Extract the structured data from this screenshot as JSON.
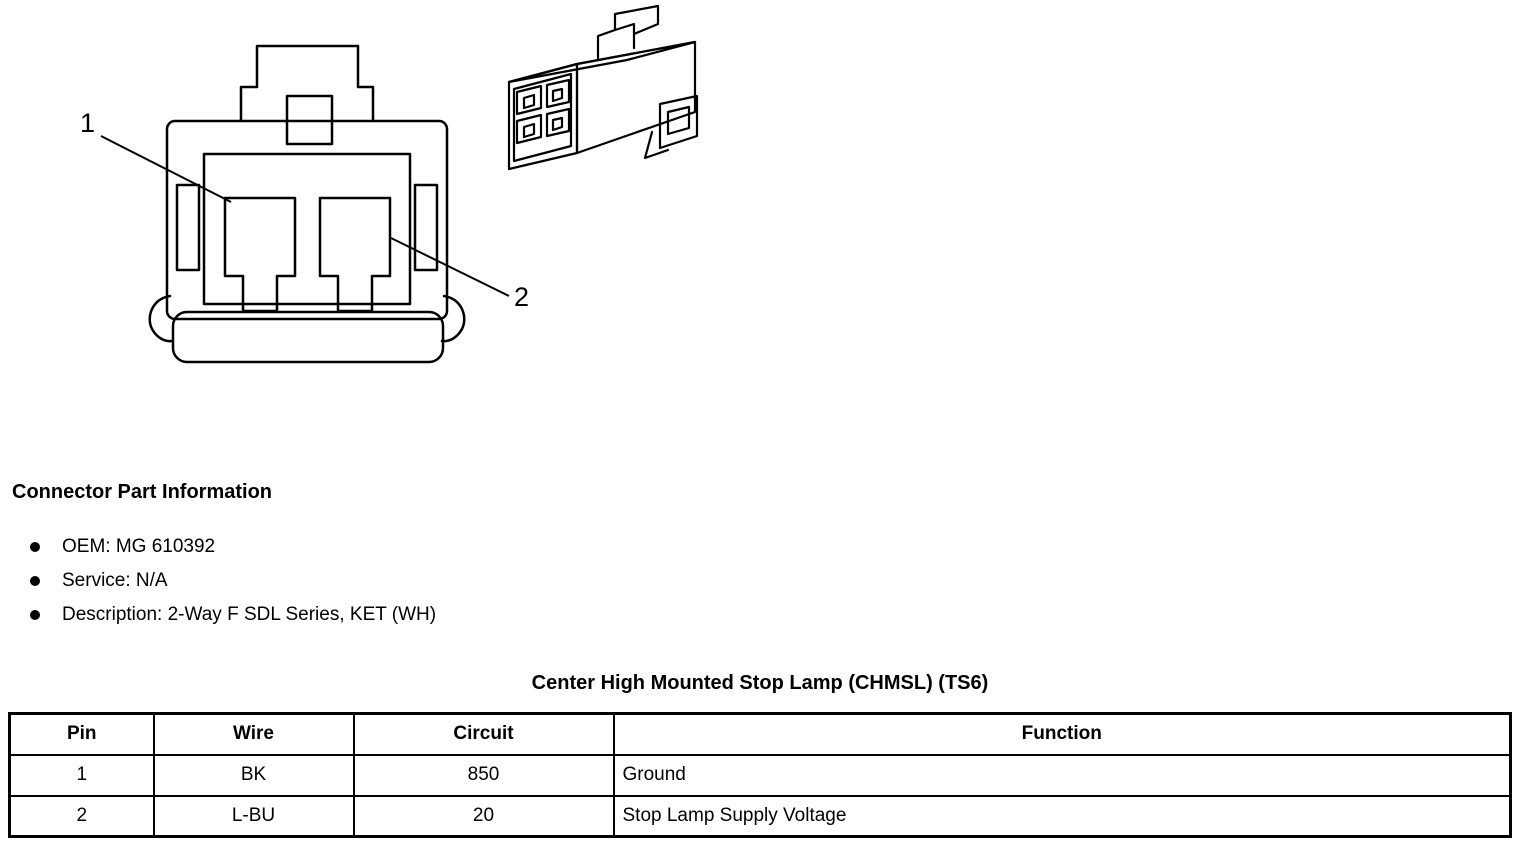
{
  "diagram": {
    "pin_labels": [
      "1",
      "2"
    ]
  },
  "part_info": {
    "heading": "Connector Part Information",
    "items": [
      "OEM: MG 610392",
      "Service: N/A",
      "Description: 2-Way F SDL Series, KET (WH)"
    ]
  },
  "table": {
    "title": "Center High Mounted Stop Lamp (CHMSL) (TS6)",
    "headers": [
      "Pin",
      "Wire",
      "Circuit",
      "Function"
    ],
    "rows": [
      [
        "1",
        "BK",
        "850",
        "Ground"
      ],
      [
        "2",
        "L-BU",
        "20",
        "Stop Lamp Supply Voltage"
      ]
    ]
  },
  "colors": {
    "line": "#000000",
    "background": "#ffffff"
  }
}
